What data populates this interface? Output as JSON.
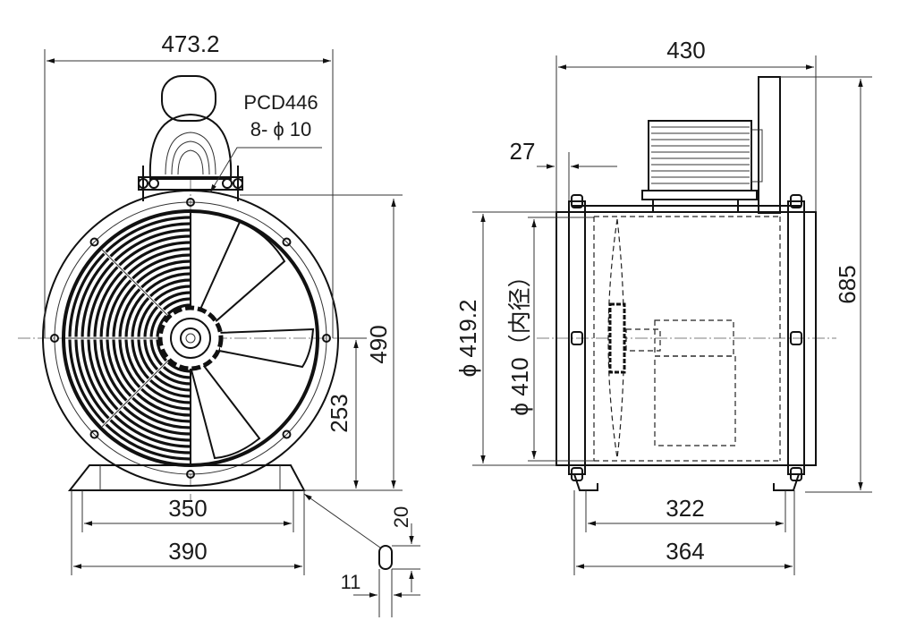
{
  "front_view": {
    "overall_width": "473.2",
    "pcd": "PCD446",
    "bolt_holes": "8- ϕ 10",
    "height_to_top": "490",
    "center_height": "253",
    "base_inner_width": "350",
    "base_outer_width": "390",
    "slot_length": "20",
    "slot_width": "11"
  },
  "side_view": {
    "overall_depth": "430",
    "flange_offset": "27",
    "overall_height": "685",
    "outer_diameter": "ϕ 419.2",
    "inner_diameter": "ϕ 410（内径）",
    "base_hole_pitch": "322",
    "base_length": "364"
  }
}
